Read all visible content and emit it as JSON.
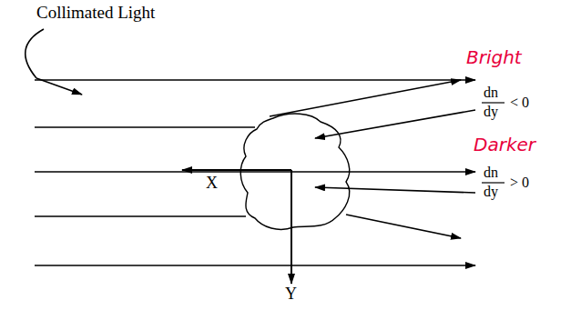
{
  "diagram": {
    "labels": [
      "Collimated Light",
      "Bright",
      "Darker",
      "dn",
      "dy",
      "< 0",
      "dn",
      "dy",
      "> 0",
      "X",
      "Y"
    ]
  }
}
